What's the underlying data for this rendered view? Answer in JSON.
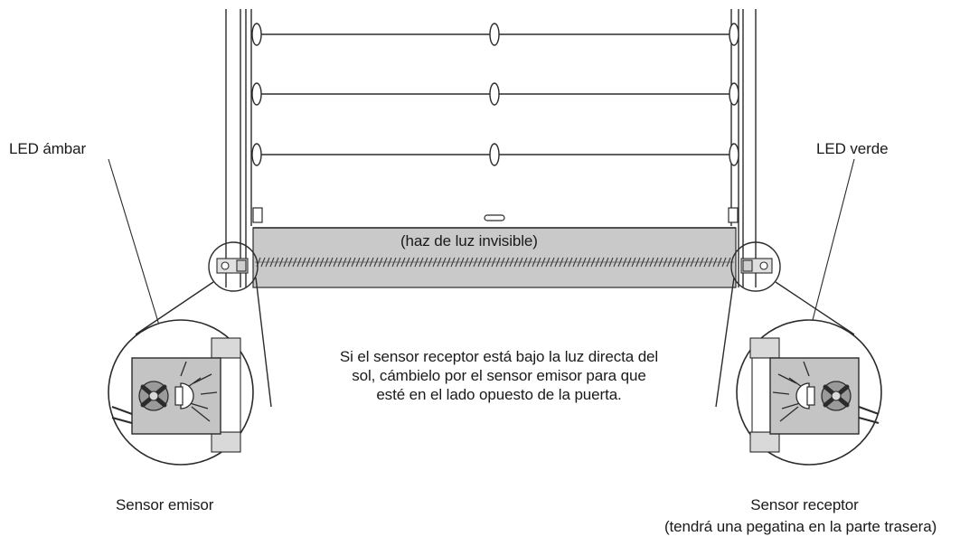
{
  "labels": {
    "led_amber": "LED ámbar",
    "led_green": "LED verde",
    "beam": "(haz de luz invisible)",
    "note_lines": [
      "Si el sensor receptor está bajo la luz directa del",
      "sol, cámbielo por el sensor emisor para que",
      "esté en el lado opuesto de la puerta."
    ],
    "emitter": "Sensor emisor",
    "receiver": "Sensor receptor",
    "receiver_note": "(tendrá una pegatina en la parte trasera)"
  },
  "colors": {
    "line": "#2b2b2b",
    "beam_band": "#c9c9c9",
    "sensor_body": "#bdbdbd",
    "bracket": "#d9d9d9"
  }
}
